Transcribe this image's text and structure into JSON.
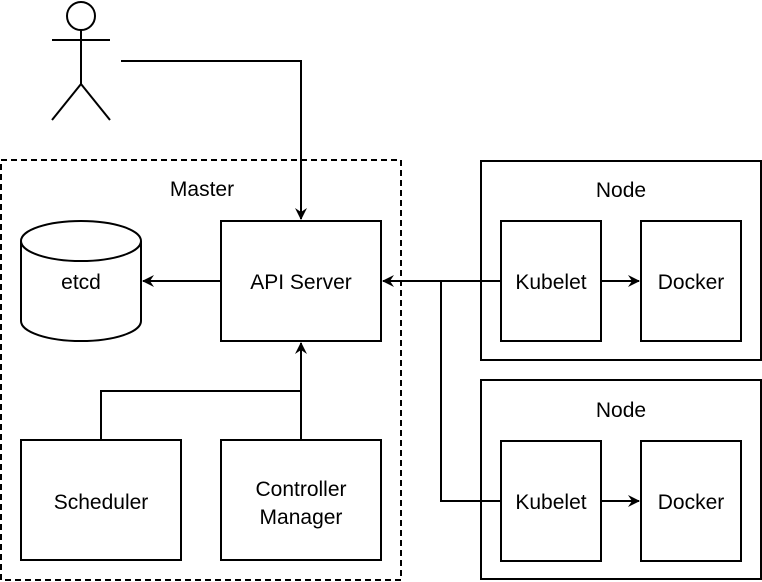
{
  "master": {
    "label": "Master"
  },
  "components": {
    "etcd": "etcd",
    "api_server": "API Server",
    "scheduler": "Scheduler",
    "controller_manager_line1": "Controller",
    "controller_manager_line2": "Manager"
  },
  "nodes": [
    {
      "label": "Node",
      "kubelet": "Kubelet",
      "docker": "Docker"
    },
    {
      "label": "Node",
      "kubelet": "Kubelet",
      "docker": "Docker"
    }
  ],
  "colors": {
    "stroke": "#000000",
    "fill": "#ffffff"
  }
}
